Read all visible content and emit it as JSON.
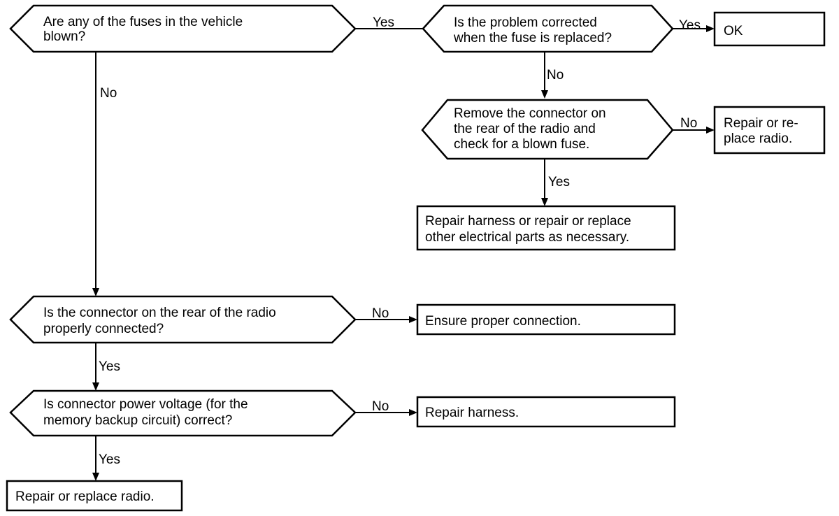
{
  "nodes": {
    "q_fuses_blown": {
      "lines": [
        "Are any of the fuses in the vehicle",
        "blown?"
      ]
    },
    "q_problem_corrected": {
      "lines": [
        "Is the problem corrected",
        "when the fuse is replaced?"
      ]
    },
    "a_ok": {
      "lines": [
        "OK"
      ]
    },
    "q_remove_connector": {
      "lines": [
        "Remove the connector on",
        "the rear of the radio and",
        "check for a blown fuse."
      ]
    },
    "a_repair_replace_radio_top": {
      "lines": [
        "Repair or re-",
        "place radio."
      ]
    },
    "a_repair_harness_parts": {
      "lines": [
        "Repair harness or repair or replace",
        "other electrical parts as necessary."
      ]
    },
    "q_connector_connected": {
      "lines": [
        "Is the connector on the rear of the radio",
        "properly connected?"
      ]
    },
    "a_ensure_connection": {
      "lines": [
        "Ensure proper connection."
      ]
    },
    "q_power_voltage": {
      "lines": [
        "Is connector power voltage (for the",
        "memory backup circuit) correct?"
      ]
    },
    "a_repair_harness": {
      "lines": [
        "Repair harness."
      ]
    },
    "a_repair_replace_radio_bottom": {
      "lines": [
        "Repair or replace radio."
      ]
    }
  },
  "edge_labels": {
    "fuses_yes": "Yes",
    "fuses_no": "No",
    "corrected_yes": "Yes",
    "corrected_no": "No",
    "remove_no": "No",
    "remove_yes": "Yes",
    "connected_no": "No",
    "connected_yes": "Yes",
    "voltage_no": "No",
    "voltage_yes": "Yes"
  }
}
